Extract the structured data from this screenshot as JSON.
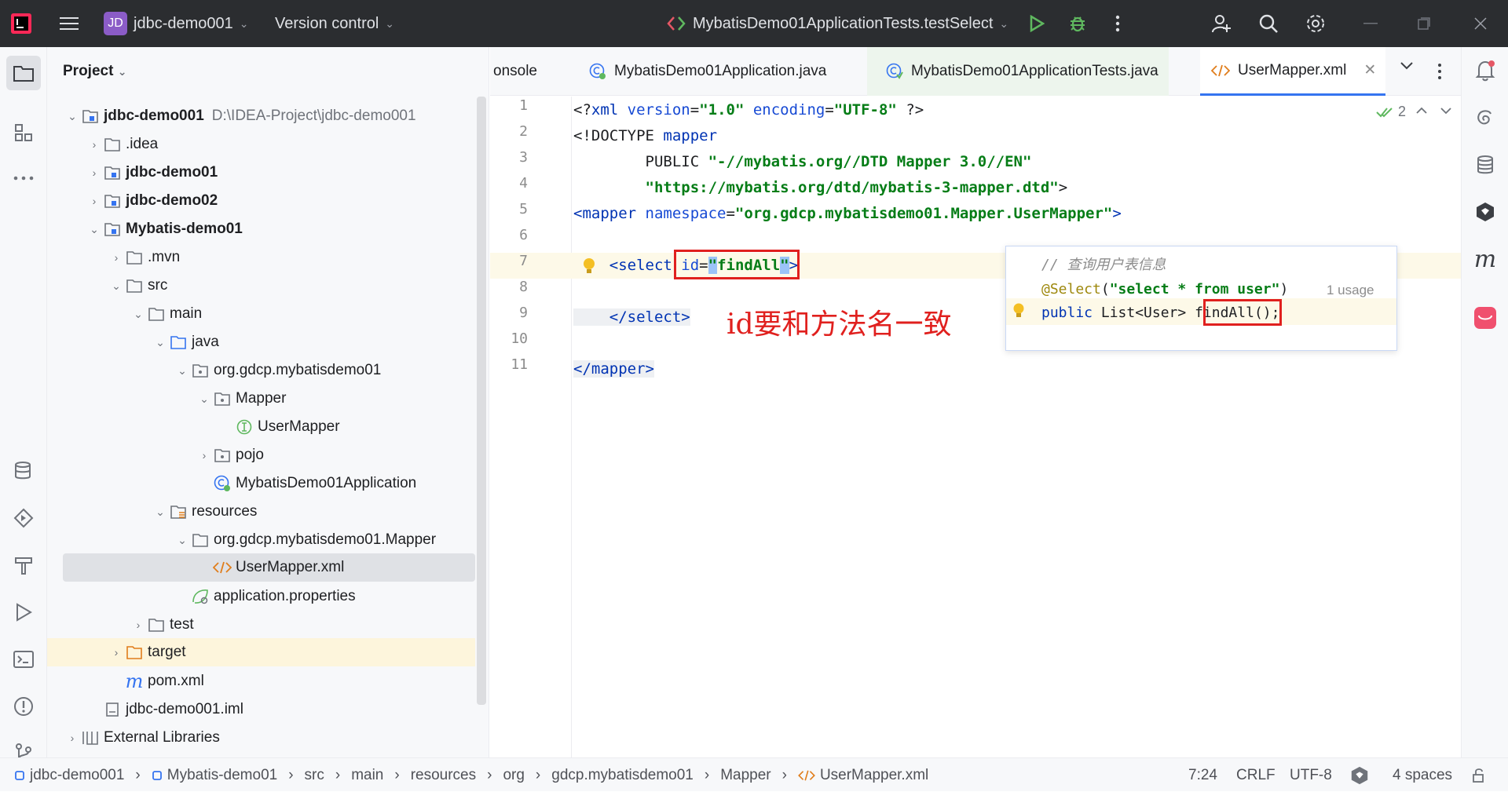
{
  "titlebar": {
    "project_badge": "JD",
    "project_name": "jdbc-demo001",
    "vcs_label": "Version control",
    "run_config": "MybatisDemo01ApplicationTests.testSelect"
  },
  "project_panel": {
    "title": "Project",
    "tree": [
      {
        "label": "jdbc-demo001",
        "extra": "D:\\IDEA-Project\\jdbc-demo001"
      },
      {
        "label": ".idea"
      },
      {
        "label": "jdbc-demo01"
      },
      {
        "label": "jdbc-demo02"
      },
      {
        "label": "Mybatis-demo01"
      },
      {
        "label": ".mvn"
      },
      {
        "label": "src"
      },
      {
        "label": "main"
      },
      {
        "label": "java"
      },
      {
        "label": "org.gdcp.mybatisdemo01"
      },
      {
        "label": "Mapper"
      },
      {
        "label": "UserMapper"
      },
      {
        "label": "pojo"
      },
      {
        "label": "MybatisDemo01Application"
      },
      {
        "label": "resources"
      },
      {
        "label": "org.gdcp.mybatisdemo01.Mapper"
      },
      {
        "label": "UserMapper.xml"
      },
      {
        "label": "application.properties"
      },
      {
        "label": "test"
      },
      {
        "label": "target"
      },
      {
        "label": "pom.xml"
      },
      {
        "label": "jdbc-demo001.iml"
      },
      {
        "label": "External Libraries"
      }
    ]
  },
  "editor": {
    "tabs": [
      "onsole",
      "MybatisDemo01Application.java",
      "MybatisDemo01ApplicationTests.java",
      "UserMapper.xml"
    ],
    "inspection_count": "2",
    "line_numbers": [
      "1",
      "2",
      "3",
      "4",
      "5",
      "6",
      "7",
      "8",
      "9",
      "10",
      "11"
    ],
    "lines": {
      "l1a": "<?",
      "l1b": "xml",
      "l1c": " version",
      "l1d": "=",
      "l1e": "\"1.0\"",
      "l1f": " encoding",
      "l1g": "=",
      "l1h": "\"UTF-8\"",
      "l1i": " ?>",
      "l2a": "<!DOCTYPE ",
      "l2b": "mapper",
      "l3a": "        PUBLIC ",
      "l3b": "\"-//mybatis.org//DTD Mapper 3.0//EN\"",
      "l4a": "        ",
      "l4b": "\"https://mybatis.org/dtd/mybatis-3-mapper.dtd\"",
      "l4c": ">",
      "l5a": "<mapper",
      "l5b": " namespace",
      "l5c": "=",
      "l5d": "\"org.gdcp.mybatisdemo01.Mapper.UserMapper\"",
      "l5e": ">",
      "l7a": "    <select",
      "l7b": " id",
      "l7c": "=",
      "l7d": "\"",
      "l7e": "findAll",
      "l7f": "\"",
      "l7g": ">",
      "l9a": "    </select>",
      "l11a": "</mapper>"
    },
    "popup": {
      "comment": "// 查询用户表信息",
      "annotation": "@Select",
      "query": "\"select * from user\"",
      "usages": "1 usage",
      "sig_a": "public ",
      "sig_b": "List<User> ",
      "sig_c": "findAll",
      "sig_d": "();"
    },
    "annotation_note": "id要和方法名一致"
  },
  "statusbar": {
    "breadcrumbs": [
      "jdbc-demo001",
      "Mybatis-demo01",
      "src",
      "main",
      "resources",
      "org",
      "gdcp.mybatisdemo01",
      "Mapper",
      "UserMapper.xml"
    ],
    "position": "7:24",
    "line_sep": "CRLF",
    "encoding": "UTF-8",
    "indent": "4 spaces"
  },
  "colors": {
    "accent": "#3574f0",
    "highlight_red": "#e0201e",
    "titlebar_bg": "#2b2d30"
  }
}
